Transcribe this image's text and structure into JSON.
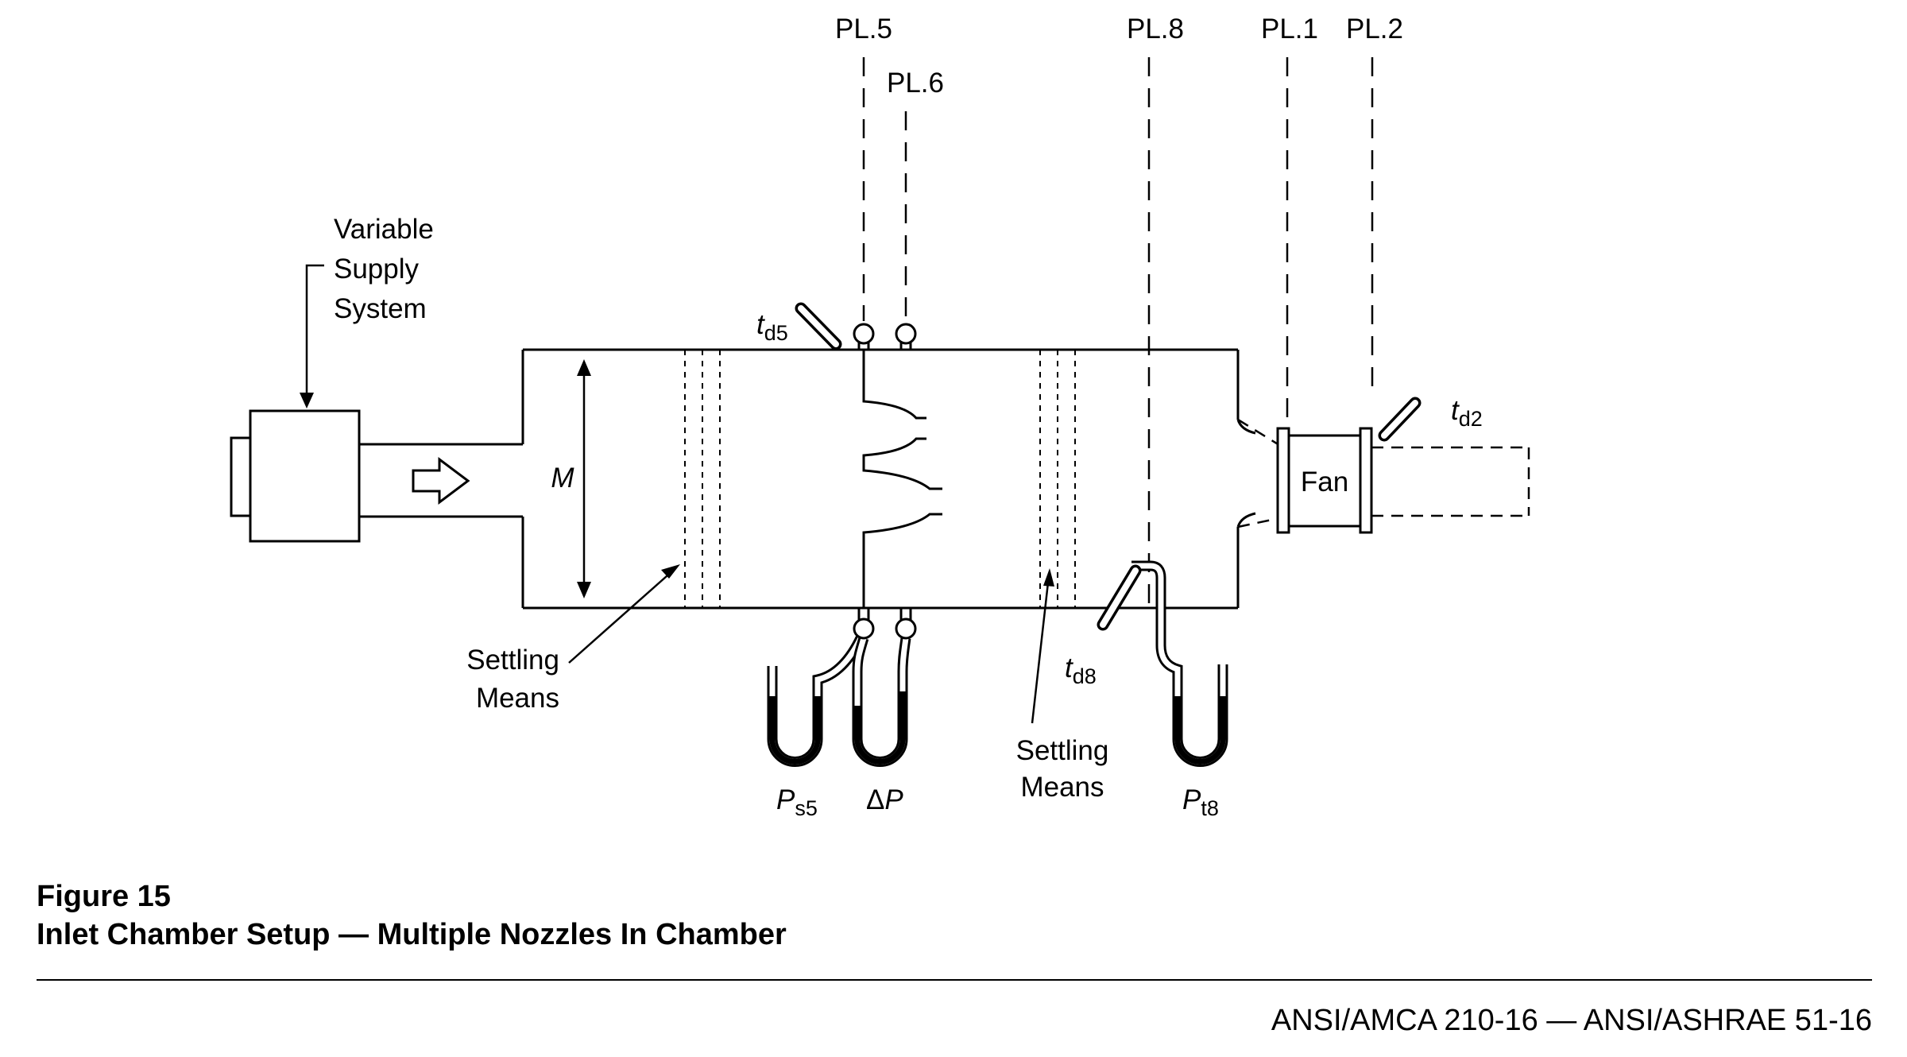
{
  "figure": {
    "number": "Figure 15",
    "title": "Inlet Chamber Setup — Multiple Nozzles In Chamber"
  },
  "footer": {
    "standard": "ANSI/AMCA 210-16 — ANSI/ASHRAE 51-16"
  },
  "planes": {
    "pl5": "PL.5",
    "pl6": "PL.6",
    "pl8": "PL.8",
    "pl1": "PL.1",
    "pl2": "PL.2"
  },
  "components": {
    "variable_supply_line1": "Variable",
    "variable_supply_line2": "Supply",
    "variable_supply_line3": "System",
    "fan": "Fan",
    "m_dimension": "M",
    "settling_upstream_line1": "Settling",
    "settling_upstream_line2": "Means",
    "settling_downstream_line1": "Settling",
    "settling_downstream_line2": "Means"
  },
  "sensors": {
    "td5": {
      "symbol": "t",
      "subscript": "d5"
    },
    "td8": {
      "symbol": "t",
      "subscript": "d8"
    },
    "td2": {
      "symbol": "t",
      "subscript": "d2"
    }
  },
  "manometers": {
    "ps5": {
      "symbol": "P",
      "subscript": "s5"
    },
    "dp": {
      "delta": "Δ",
      "symbol": "P",
      "subscript": ""
    },
    "pt8": {
      "symbol": "P",
      "subscript": "t8"
    }
  },
  "colors": {
    "ink": "#000000",
    "paper": "#ffffff"
  }
}
